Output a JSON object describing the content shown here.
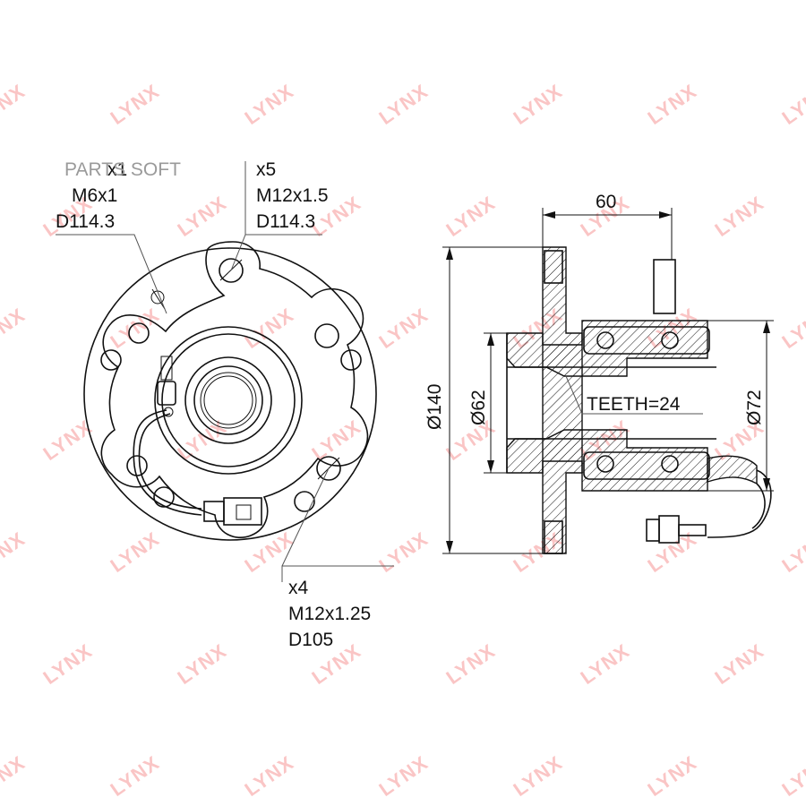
{
  "brand_watermark": "LYNX",
  "overlay_watermark": "PARTS SOFT",
  "callouts": {
    "sensor_bolt": {
      "count": "x1",
      "thread": "M6x1",
      "pcd": "D114.3"
    },
    "wheel_studs": {
      "count": "x5",
      "thread": "M12x1.5",
      "pcd": "D114.3"
    },
    "mount_bolts": {
      "count": "x4",
      "thread": "M12x1.25",
      "pcd": "D105"
    }
  },
  "dimensions": {
    "width": "60",
    "flange_diameter": "Ø140",
    "bore_diameter": "Ø62",
    "outer_diameter": "Ø72",
    "teeth": "TEETH=24"
  },
  "colors": {
    "line": "#111111",
    "watermark": "#f26a6a"
  }
}
